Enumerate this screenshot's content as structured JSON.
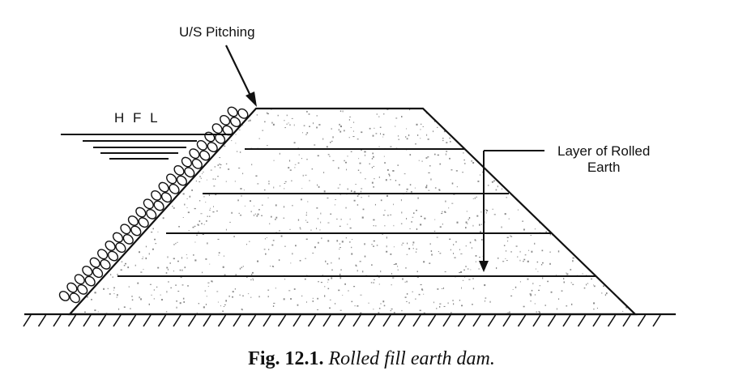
{
  "labels": {
    "pitching": "U/S Pitching",
    "hfl": "H F L",
    "layer_line1": "Layer of Rolled",
    "layer_line2": "Earth"
  },
  "caption": {
    "number": "Fig. 12.1.",
    "text": "Rolled fill earth dam."
  },
  "colors": {
    "ink": "#111111",
    "speckle": "#8a8a8a",
    "background": "#ffffff"
  }
}
